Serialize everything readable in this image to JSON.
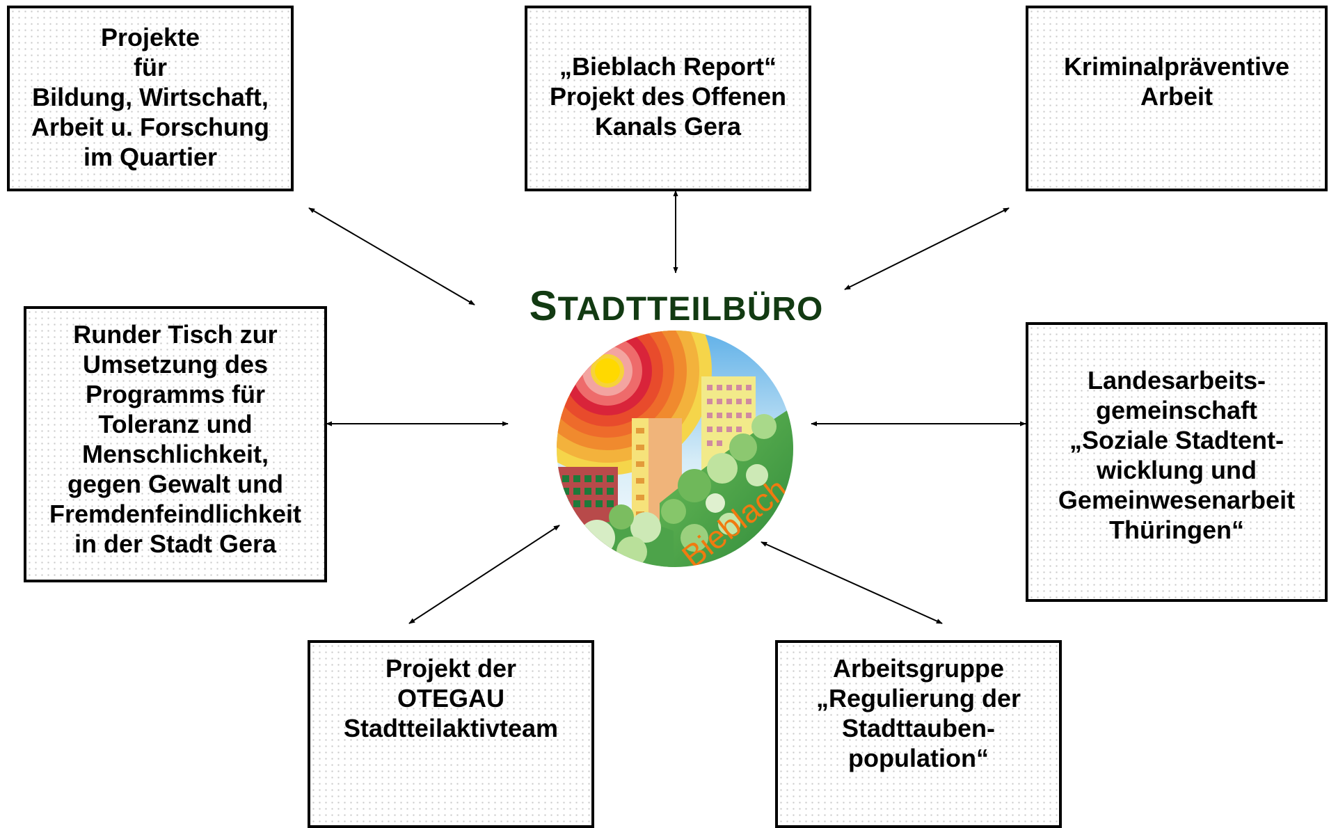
{
  "center": {
    "title": "STADTTEILBÜRO",
    "logo_text": "Bieblach"
  },
  "boxes": {
    "top_left": {
      "lines": [
        "Projekte",
        "für",
        "Bildung, Wirtschaft,",
        "Arbeit u. Forschung",
        "im Quartier"
      ]
    },
    "top_center": {
      "lines": [
        "„Bieblach Report“",
        "Projekt des Offenen",
        "Kanals Gera"
      ]
    },
    "top_right": {
      "lines": [
        "Kriminalpräventive",
        "Arbeit"
      ]
    },
    "mid_left": {
      "lines": [
        "Runder Tisch zur",
        "Umsetzung des",
        "Programms für",
        "Toleranz und",
        "Menschlichkeit,",
        "gegen Gewalt und",
        "Fremdenfeindlichkeit",
        "in der Stadt Gera"
      ]
    },
    "mid_right": {
      "lines": [
        "Landesarbeits-",
        "gemeinschaft",
        "„Soziale Stadtent-",
        "wicklung  und",
        "Gemeinwesenarbeit",
        "Thüringen“"
      ]
    },
    "bottom_left": {
      "lines": [
        "Projekt der",
        "OTEGAU",
        "Stadtteilaktivteam"
      ]
    },
    "bottom_right": {
      "lines": [
        "Arbeitsgruppe",
        "„Regulierung der",
        "Stadttauben-",
        "population“"
      ]
    }
  },
  "colors": {
    "title": "#123a12",
    "box_border": "#000000",
    "logo_text": "#f07a10"
  }
}
